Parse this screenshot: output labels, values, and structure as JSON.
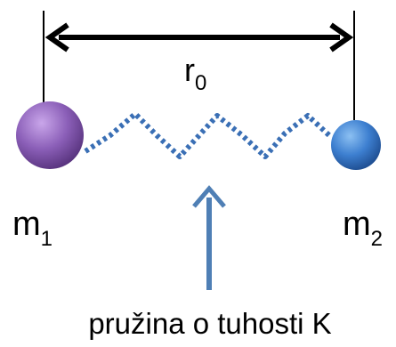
{
  "labels": {
    "distance": {
      "main": "r",
      "sub": "0"
    },
    "mass_left": {
      "main": "m",
      "sub": "1"
    },
    "mass_right": {
      "main": "m",
      "sub": "2"
    },
    "caption": "pružina o tuhosti K"
  },
  "colors": {
    "mass_left": "#8b5fb8",
    "mass_right": "#3d7fd0",
    "spring": "#3a6fb5",
    "pointer_arrow": "#4f7fb5",
    "dimension_arrow": "#000000"
  }
}
